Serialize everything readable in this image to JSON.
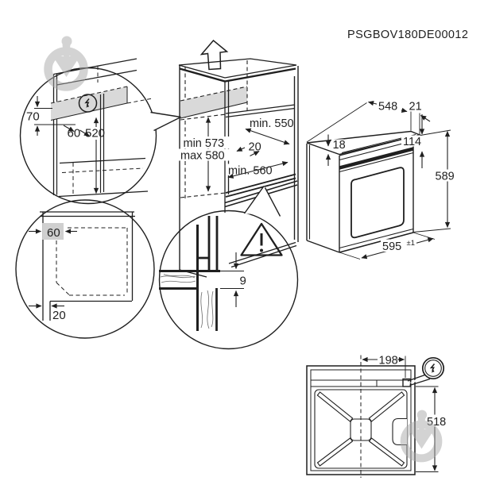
{
  "title": "PSGBOV180DE00012",
  "colors": {
    "line": "#1f1f1f",
    "electrical_zone_shade": "#d9d9d9",
    "side_zone_shade": "#cfcfcf",
    "watermark_gray": "#a9a9a9"
  },
  "niche": {
    "depth": "min. 550",
    "height_line1": "min 573",
    "height_line2": "max 580",
    "shelf_setback": "20",
    "width": "min. 560"
  },
  "top_detail": {
    "zone_height": "70",
    "zone_depth": "60",
    "drop": "520"
  },
  "front_detail": {
    "side_zone": "60",
    "bottom_zone": "20"
  },
  "gap_detail": {
    "min_gap": "9"
  },
  "oven": {
    "depth": "548",
    "top_lip": "21",
    "top_inset": "18",
    "panel_height": "114",
    "height": "589",
    "width": "595",
    "tolerance": "±1"
  },
  "rear": {
    "connection_offset": "198",
    "height": "518"
  },
  "icons": {
    "up_arrow": "lift-up-arrow-icon",
    "flash": "electrical-flash-icon",
    "warning": "warning-triangle-icon",
    "watermark": "marketplace-watermark-icon"
  }
}
